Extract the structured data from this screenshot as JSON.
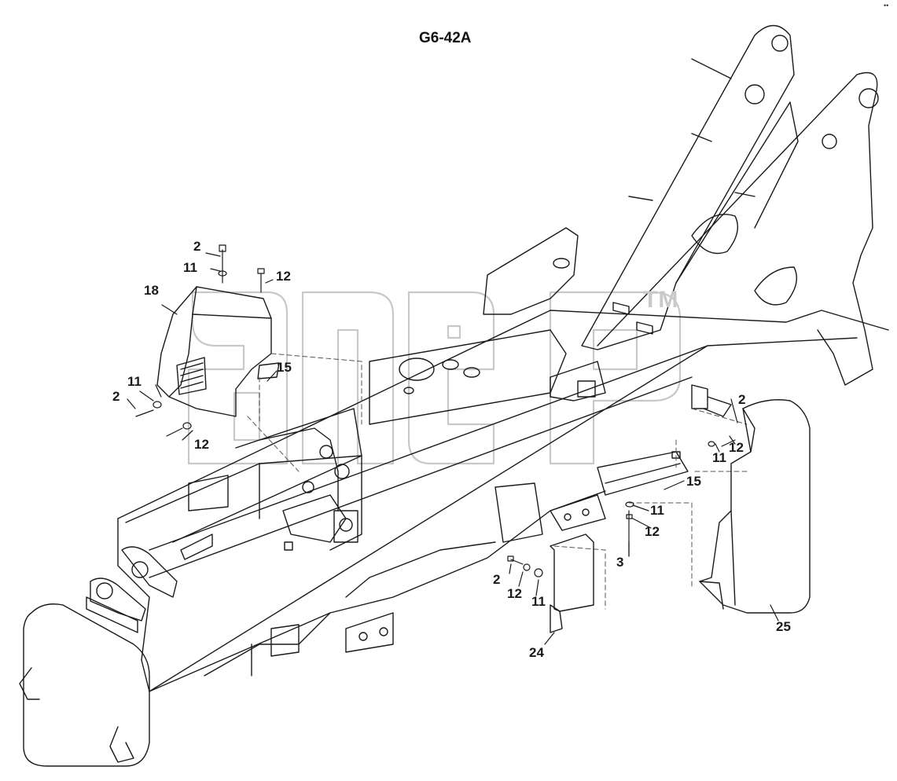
{
  "diagram": {
    "title": "G6-42A",
    "watermark_tm": "TM",
    "corner_mark": "••",
    "callouts": [
      {
        "id": "c-2-top",
        "text": "2"
      },
      {
        "id": "c-11-top",
        "text": "11"
      },
      {
        "id": "c-12-top",
        "text": "12"
      },
      {
        "id": "c-18",
        "text": "18"
      },
      {
        "id": "c-15-left",
        "text": "15"
      },
      {
        "id": "c-11-left",
        "text": "11"
      },
      {
        "id": "c-2-left",
        "text": "2"
      },
      {
        "id": "c-12-left",
        "text": "12"
      },
      {
        "id": "c-2-right",
        "text": "2"
      },
      {
        "id": "c-11-right",
        "text": "11"
      },
      {
        "id": "c-12-right",
        "text": "12"
      },
      {
        "id": "c-15-right",
        "text": "15"
      },
      {
        "id": "c-11-mid",
        "text": "11"
      },
      {
        "id": "c-12-mid",
        "text": "12"
      },
      {
        "id": "c-3",
        "text": "3"
      },
      {
        "id": "c-2-low",
        "text": "2"
      },
      {
        "id": "c-12-low",
        "text": "12"
      },
      {
        "id": "c-11-low",
        "text": "11"
      },
      {
        "id": "c-24",
        "text": "24"
      },
      {
        "id": "c-25",
        "text": "25"
      }
    ]
  }
}
